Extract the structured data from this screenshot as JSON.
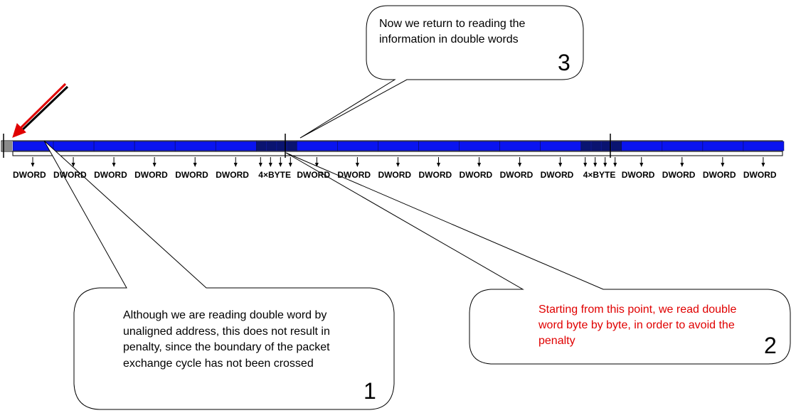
{
  "colors": {
    "dword": "#0a14f0",
    "byte_zone": "#0a1470",
    "byte_zone_mid": "#101a9a",
    "header_gray": "#8a8a8a",
    "arrow_red": "#e00000",
    "callout2_text": "#e00000"
  },
  "segments": {
    "dword_label": "DWORD",
    "byte_label": "4×BYTE",
    "sequence": [
      "DWORD",
      "DWORD",
      "DWORD",
      "DWORD",
      "DWORD",
      "DWORD",
      "4×BYTE",
      "DWORD",
      "DWORD",
      "DWORD",
      "DWORD",
      "DWORD",
      "DWORD",
      "DWORD",
      "4×BYTE",
      "DWORD",
      "DWORD",
      "DWORD",
      "DWORD"
    ]
  },
  "callouts": {
    "one": {
      "text": "Although we are reading double word by unaligned address, this does not result in penalty, since the boundary of the packet exchange cycle has not been crossed",
      "number": "1"
    },
    "two": {
      "text": "Starting from this point, we read double word byte by byte, in order to avoid the penalty",
      "number": "2"
    },
    "three": {
      "text": "Now we return to reading the information in double words",
      "number": "3"
    }
  },
  "icons": {
    "start_marker": "red-arrow-icon",
    "read_marker": "down-arrow-icon"
  }
}
